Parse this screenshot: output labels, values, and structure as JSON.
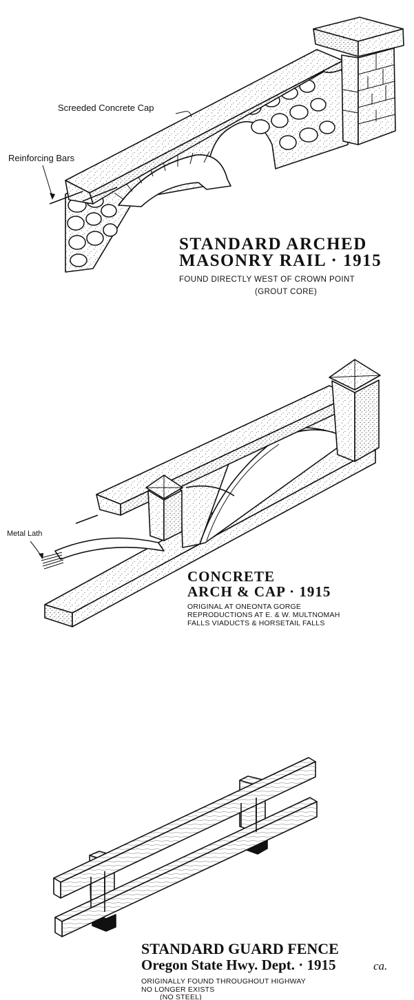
{
  "colors": {
    "ink": "#111111",
    "paper": "#ffffff"
  },
  "rail_1915": {
    "label_cap": "Screeded Concrete Cap",
    "label_bars": "Reinforcing Bars",
    "title_line1": "STANDARD ARCHED",
    "title_line2": "MASONRY RAIL · 1915",
    "caption_line1": "FOUND DIRECTLY WEST OF CROWN POINT",
    "caption_line2": "(GROUT CORE)"
  },
  "concrete_arch": {
    "label_lath": "Metal Lath",
    "title_line1": "CONCRETE",
    "title_line2": "ARCH & CAP · 1915",
    "caption_line1": "ORIGINAL AT ONEONTA GORGE",
    "caption_line2": "REPRODUCTIONS AT E. & W. MULTNOMAH",
    "caption_line3": "FALLS VIADUCTS & HORSETAIL FALLS"
  },
  "guard_fence": {
    "title_line1": "STANDARD GUARD FENCE",
    "title_line2": "Oregon State Hwy. Dept. · 1915",
    "title_suffix": "ca.",
    "caption_line1": "ORIGINALLY FOUND THROUGHOUT HIGHWAY",
    "caption_line2": "NO LONGER EXISTS",
    "caption_line3": "(NO STEEL)"
  }
}
